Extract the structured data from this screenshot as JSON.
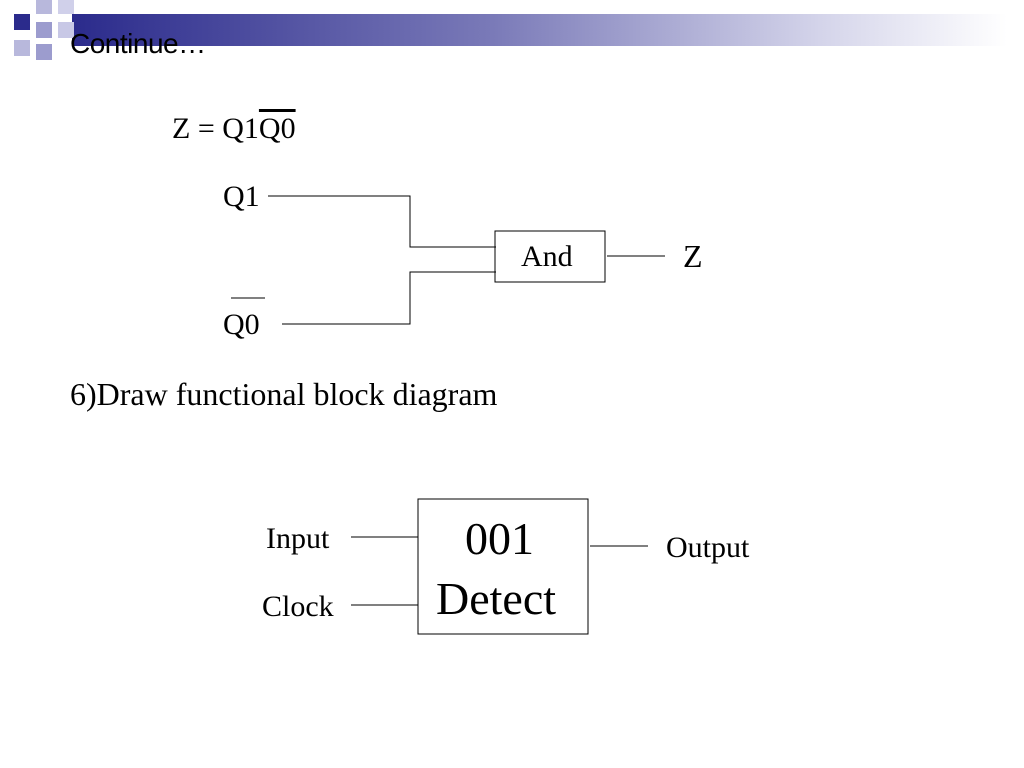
{
  "title": "Continue…",
  "equation": {
    "lhs": "Z = Q1",
    "barred": "Q0"
  },
  "gate_diagram": {
    "input_top": "Q1",
    "input_bottom": "Q0",
    "gate_label": "And",
    "output_label": "Z"
  },
  "step_text": "6)Draw functional block diagram",
  "block_diagram": {
    "input_label": "Input",
    "clock_label": "Clock",
    "block_line1": "001",
    "block_line2": "Detect",
    "output_label": "Output"
  },
  "colors": {
    "accent_dark": "#2b2b8c",
    "accent_light": "#9c9cce"
  }
}
